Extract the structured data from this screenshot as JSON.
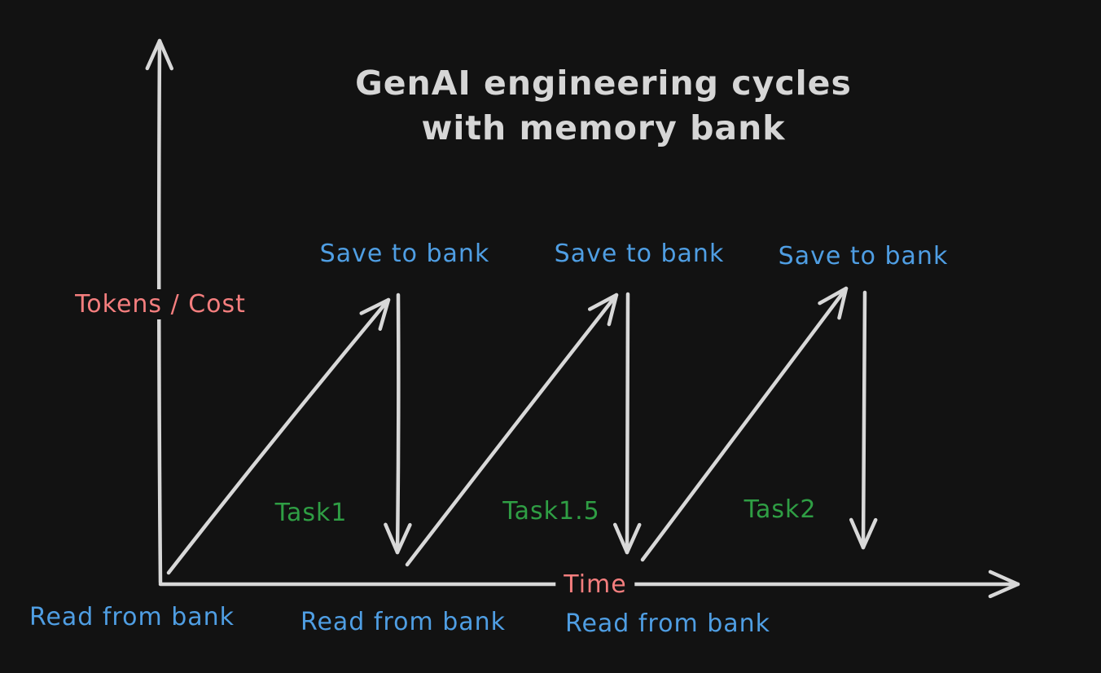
{
  "title": {
    "line1": "GenAI engineering cycles",
    "line2": "with memory bank"
  },
  "axes": {
    "y_label": "Tokens / Cost",
    "x_label": "Time"
  },
  "cycles": [
    {
      "read_label": "Read from bank",
      "save_label": "Save to bank",
      "task_label": "Task1"
    },
    {
      "read_label": "Read from bank",
      "save_label": "Save to bank",
      "task_label": "Task1.5"
    },
    {
      "read_label": "Read from bank",
      "save_label": "Save to bank",
      "task_label": "Task2"
    }
  ],
  "colors": {
    "bg": "#121212",
    "stroke": "#d8d8d8",
    "blue": "#4f9ee3",
    "green": "#2f9e44",
    "salmon": "#f47e7e",
    "title": "#d6d6d6"
  }
}
